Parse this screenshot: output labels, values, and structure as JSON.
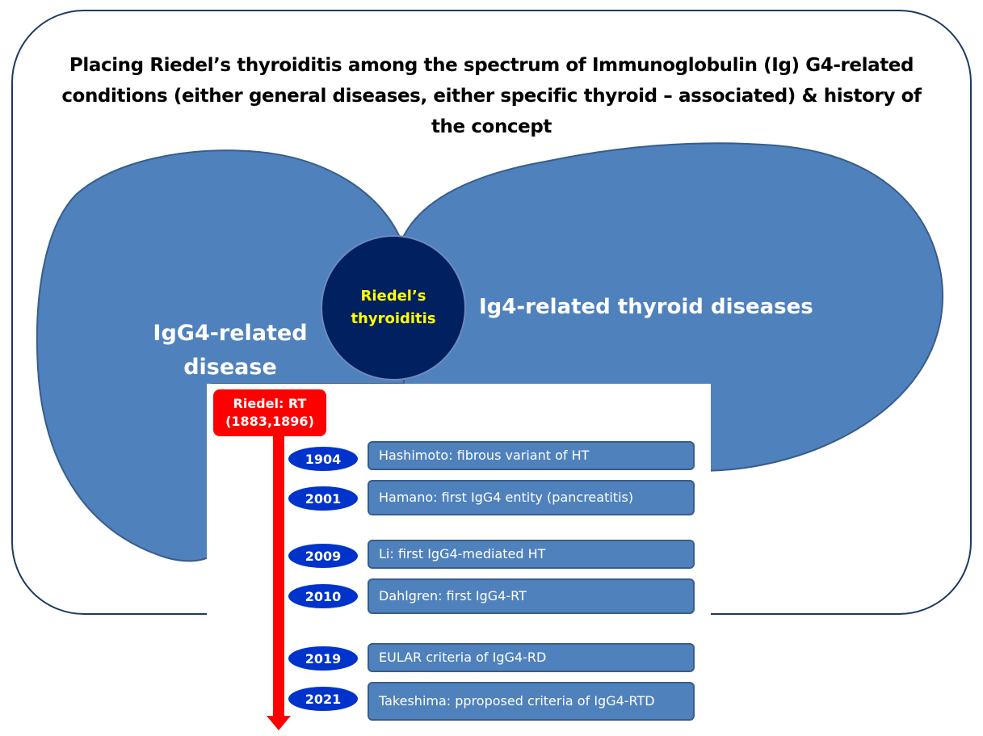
{
  "title": "Placing Riedel’s thyroiditis among the spectrum of Immunoglobulin (Ig) G4-related conditions (either general diseases, either specific thyroid – associated) & history of the concept",
  "left_region": {
    "label": "IgG4-related disease"
  },
  "right_region": {
    "label": "Ig4-related thyroid diseases"
  },
  "center": {
    "label": "Riedel’s thyroiditis"
  },
  "timeline": {
    "origin_line1": "Riedel:  RT",
    "origin_line2": "(1883,1896)",
    "events": [
      {
        "year": "1904",
        "text": "Hashimoto: fibrous variant of HT"
      },
      {
        "year": "2001",
        "text": "Hamano:  first IgG4 entity (pancreatitis)"
      },
      {
        "year": "2009",
        "text": "Li: first IgG4-mediated HT"
      },
      {
        "year": "2010",
        "text": "Dahlgren: first IgG4-RT"
      },
      {
        "year": "2019",
        "text": "EULAR criteria of IgG4-RD"
      },
      {
        "year": "2021",
        "text": "Takeshima: pproposed criteria of IgG4-RTD"
      }
    ]
  },
  "colors": {
    "region_fill": "#4f81bd",
    "center_fill": "#002060",
    "center_text": "#ffff00",
    "timeline_arrow": "#ff0000",
    "year_badge": "#0033cc"
  }
}
